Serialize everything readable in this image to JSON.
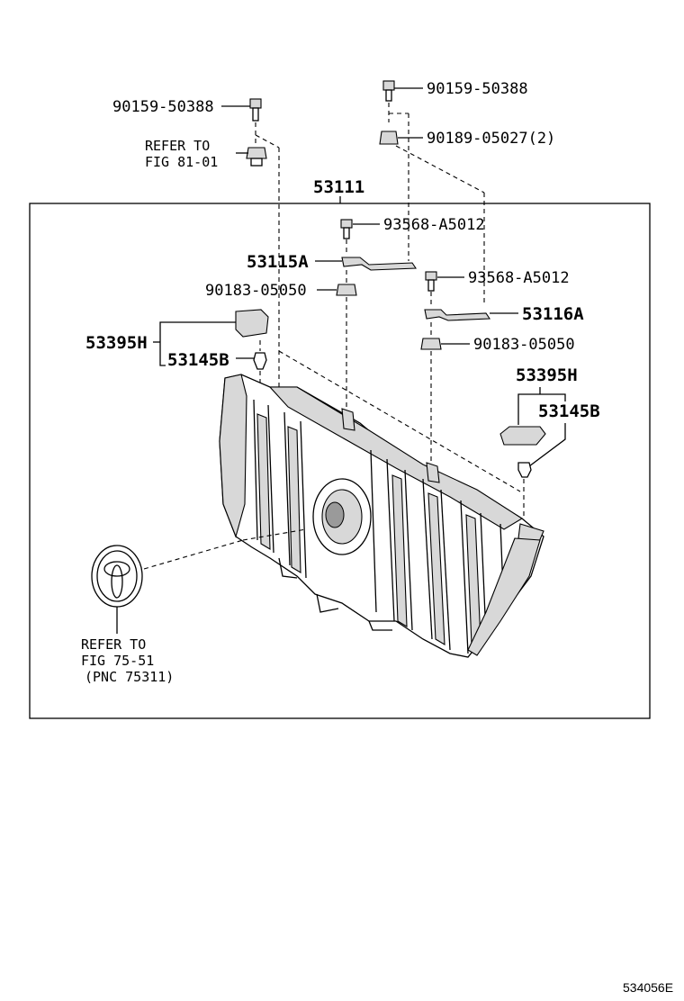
{
  "diagram": {
    "main_part": "53111",
    "catalog_id": "534056E",
    "refer_top": [
      "REFER TO",
      "FIG 81-01"
    ],
    "refer_emblem": [
      "REFER TO",
      "FIG 75-51",
      "(PNC 75311)"
    ],
    "callouts": {
      "bolt_left_top": "90159-50388",
      "bolt_right_top": "90159-50388",
      "nut_right_top": "90189-05027(2)",
      "screw_a": "93568-A5012",
      "screw_b": "93568-A5012",
      "bracket_a": "53115A",
      "bracket_b": "53116A",
      "nut_a": "90183-05050",
      "nut_b": "90183-05050",
      "trim_left": "53395H",
      "clip_left": "53145B",
      "trim_right": "53395H",
      "clip_right": "53145B"
    }
  }
}
